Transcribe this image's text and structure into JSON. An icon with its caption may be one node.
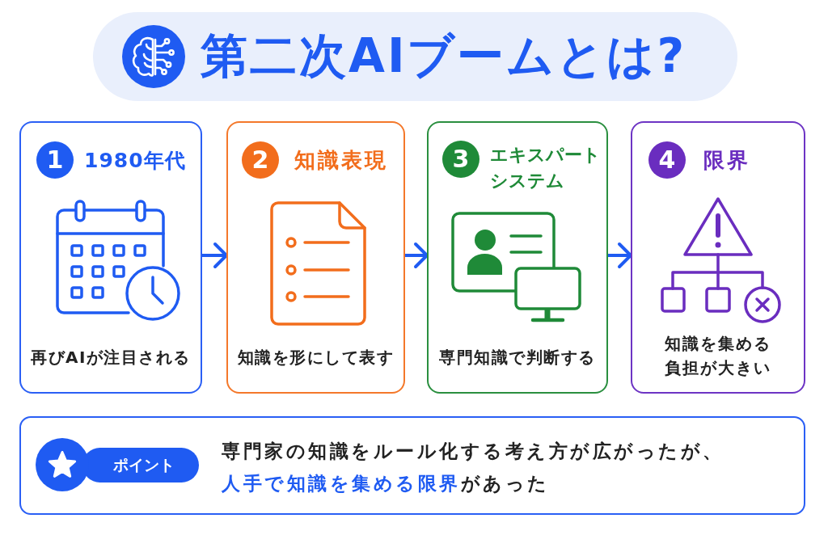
{
  "diagram": {
    "title": "第二次AIブームとは?",
    "nodes": [
      {
        "text": [
          "1980年代",
          "再びAIが注目される"
        ]
      },
      {
        "text": [
          "1"
        ],
        "in": 0
      },
      {
        "text": [
          "知識表現",
          "知識を形にして表す"
        ]
      },
      {
        "text": [
          "2"
        ],
        "in": 2
      },
      {
        "text": [
          "エキスパートシステム",
          "専門知識で判断する"
        ]
      },
      {
        "text": [
          "3"
        ],
        "in": 4
      },
      {
        "text": [
          "限界",
          "知識を集める負担が大きい"
        ]
      },
      {
        "text": [
          "4"
        ],
        "in": 6
      },
      {
        "text": [
          "専門家の知識をルール化する考え方が広がったが、**人手で知識を集める限界**があった"
        ]
      },
      {
        "text": [
          "ポイント"
        ],
        "in": 8
      }
    ],
    "edges": [
      {
        "from": 0,
        "to": 2,
        "arrow": "to"
      },
      {
        "from": 2,
        "to": 4,
        "arrow": "to"
      },
      {
        "from": 4,
        "to": 6,
        "arrow": "to"
      }
    ]
  }
}
